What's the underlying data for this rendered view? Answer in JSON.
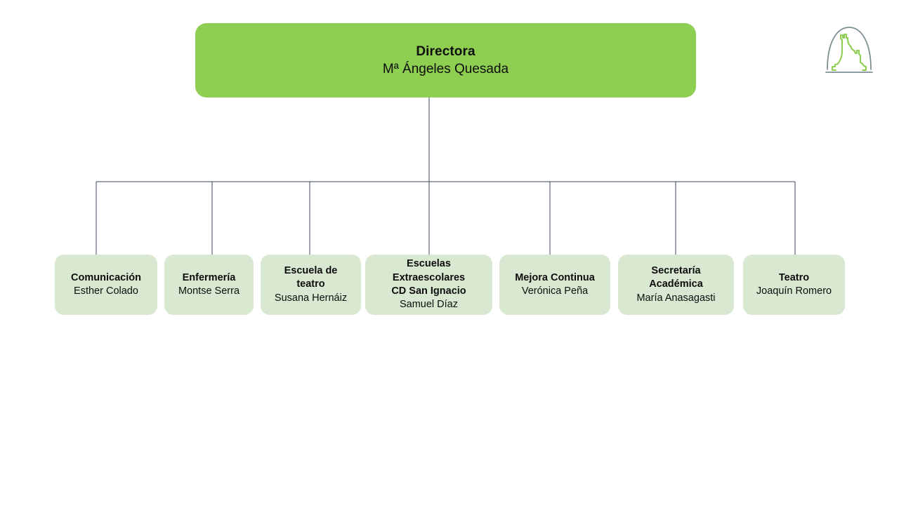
{
  "chart_data": {
    "type": "diagram",
    "diagram_type": "organization-chart",
    "title": "",
    "orientation": "top-down",
    "levels": 2,
    "root": {
      "role": "Directora",
      "person": "Mª Ángeles Quesada",
      "color": "#8ECE51"
    },
    "children": [
      {
        "role": "Comunicación",
        "person": "Esther Colado",
        "color": "#D9E8D0"
      },
      {
        "role": "Enfermería",
        "person": "Montse Serra",
        "color": "#D9E8D0"
      },
      {
        "role": "Escuela de teatro",
        "person": "Susana Hernáiz",
        "color": "#D9E8D0"
      },
      {
        "role": "Escuelas Extraescolares CD San Ignacio",
        "person": "Samuel Díaz",
        "color": "#D9E8D0"
      },
      {
        "role": "Mejora Continua",
        "person": "Verónica Peña",
        "color": "#D9E8D0"
      },
      {
        "role": "Secretaría Académica",
        "person": "María Anasagasti",
        "color": "#D9E8D0"
      },
      {
        "role": "Teatro",
        "person": "Joaquín Romero",
        "color": "#D9E8D0"
      }
    ],
    "connector_color": "#3d4a5c"
  },
  "root_node": {
    "role": "Directora",
    "person": "Mª Ángeles Quesada"
  },
  "nodes": [
    {
      "role_line_1": "Comunicación",
      "role_line_2": "",
      "role_line_3": "",
      "person": "Esther Colado"
    },
    {
      "role_line_1": "Enfermería",
      "role_line_2": "",
      "role_line_3": "",
      "person": "Montse Serra"
    },
    {
      "role_line_1": "Escuela de",
      "role_line_2": "teatro",
      "role_line_3": "",
      "person": "Susana Hernáiz"
    },
    {
      "role_line_1": "Escuelas",
      "role_line_2": "Extraescolares",
      "role_line_3": "CD San Ignacio",
      "person": "Samuel Díaz"
    },
    {
      "role_line_1": "Mejora Continua",
      "role_line_2": "",
      "role_line_3": "",
      "person": "Verónica Peña"
    },
    {
      "role_line_1": "Secretaría",
      "role_line_2": "Académica",
      "role_line_3": "",
      "person": "María Anasagasti"
    },
    {
      "role_line_1": "Teatro",
      "role_line_2": "",
      "role_line_3": "",
      "person": "Joaquín Romero"
    }
  ],
  "logo": {
    "name": "school-arch-logo",
    "arch_color": "#7d8f93",
    "figure_color": "#8ECE51"
  },
  "colors": {
    "root_fill": "#8ECE51",
    "child_fill": "#D9E8D0",
    "connector": "#3d4a5c",
    "background": "#ffffff",
    "text": "#0d0d0d"
  }
}
